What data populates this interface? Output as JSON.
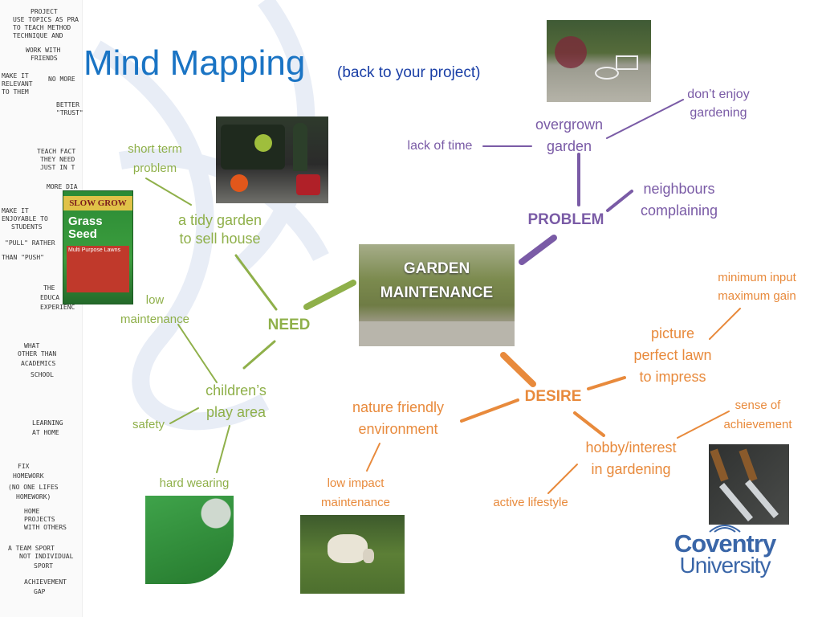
{
  "title": {
    "main": "Mind Mapping",
    "sub": "(back to your project)"
  },
  "colors": {
    "title": "#1a74c4",
    "need": "#8fb04a",
    "problem": "#7a5ba6",
    "desire": "#e88a3c"
  },
  "center": {
    "line1": "GARDEN",
    "line2": "MAINTENANCE"
  },
  "need": {
    "label": "NEED",
    "tidy_garden": {
      "line1": "a tidy garden",
      "line2": "to sell house"
    },
    "short_term": {
      "line1": "short term",
      "line2": "problem"
    },
    "children": {
      "line1": "children’s",
      "line2": "play area"
    },
    "low_maintenance": {
      "line1": "low",
      "line2": "maintenance"
    },
    "safety": "safety",
    "hard_wearing": "hard wearing",
    "seed_box": {
      "brand": "SLOW GROW",
      "product_line1": "Grass",
      "product_line2": "Seed",
      "subtitle": "Multi Purpose Lawns"
    }
  },
  "problem": {
    "label": "PROBLEM",
    "overgrown": {
      "line1": "overgrown",
      "line2": "garden"
    },
    "lack_of_time": "lack of time",
    "dont_enjoy": {
      "line1": "don’t enjoy",
      "line2": "gardening"
    },
    "neighbours": {
      "line1": "neighbours",
      "line2": "complaining"
    }
  },
  "desire": {
    "label": "DESIRE",
    "picture_perfect": {
      "line1": "picture",
      "line2": "perfect lawn",
      "line3": "to impress"
    },
    "min_input": {
      "line1": "minimum input",
      "line2": "maximum gain"
    },
    "nature_friendly": {
      "line1": "nature friendly",
      "line2": "environment"
    },
    "low_impact": {
      "line1": "low impact",
      "line2": "maintenance"
    },
    "hobby": {
      "line1": "hobby/interest",
      "line2": "in gardening"
    },
    "sense": {
      "line1": "sense of",
      "line2": "achievement"
    },
    "active": "active lifestyle"
  },
  "logo": {
    "line1": "Coventry",
    "line2": "University"
  },
  "doodle_notes": [
    "PROJECT",
    "USE TOPICS AS PRA",
    "TO TEACH METHOD",
    "TECHNIQUE AND",
    "WORK WITH",
    "FRIENDS",
    "MAKE IT",
    "RELEVANT",
    "TO THEM",
    "NO MORE",
    "BETTER",
    "\"TRUST\"",
    "TEACH FACT",
    "THEY NEED",
    "JUST IN T",
    "MORE DIA",
    "MAKE IT",
    "ENJOYABLE TO",
    "STUDENTS",
    "\"PULL\" RATHER",
    "THAN \"PUSH\"",
    "THE",
    "EDUCA",
    "EXPERIENC",
    "WHAT",
    "OTHER THAN",
    "ACADEMICS",
    "SCHOOL",
    "LEARNING",
    "AT HOME",
    "FIX",
    "HOMEWORK",
    "(NO ONE LIFES",
    "HOMEWORK)",
    "HOME",
    "PROJECTS",
    "WITH OTHERS",
    "A TEAM SPORT",
    "NOT INDIVIDUAL",
    "SPORT",
    "ACHIEVEMENT",
    "GAP"
  ]
}
